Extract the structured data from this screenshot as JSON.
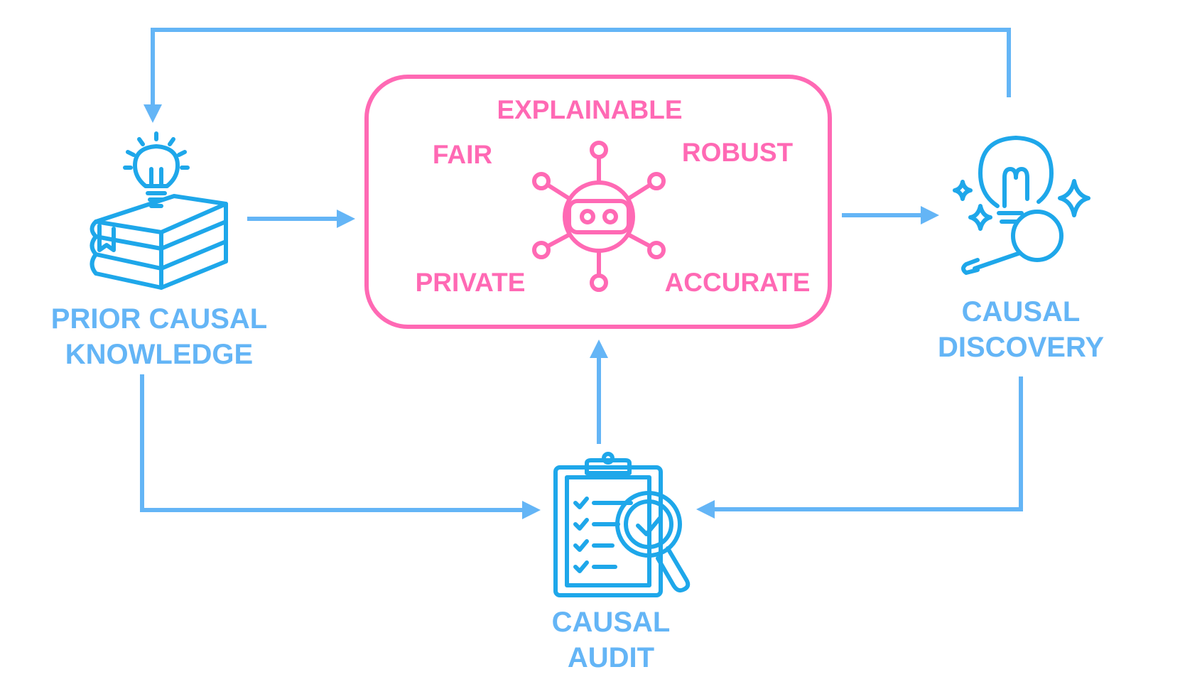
{
  "colors": {
    "flow": "#64b5f6",
    "icon_blue": "#1ea7ea",
    "model": "#ff69b4",
    "background": "#ffffff"
  },
  "nodes": {
    "prior_knowledge": {
      "icon": "books-lightbulb-icon",
      "line1": "PRIOR CAUSAL",
      "line2": "KNOWLEDGE"
    },
    "discovery": {
      "icon": "lightbulb-magnifier-sparkles-icon",
      "line1": "CAUSAL",
      "line2": "DISCOVERY"
    },
    "audit": {
      "icon": "clipboard-checklist-magnifier-icon",
      "line1": "CAUSAL",
      "line2": "AUDIT"
    }
  },
  "model": {
    "icon": "robot-network-icon",
    "properties": {
      "explainable": "EXPLAINABLE",
      "fair": "FAIR",
      "robust": "ROBUST",
      "private": "PRIVATE",
      "accurate": "ACCURATE"
    }
  },
  "edges": [
    {
      "from": "prior_knowledge",
      "to": "model"
    },
    {
      "from": "model",
      "to": "discovery"
    },
    {
      "from": "discovery",
      "to": "prior_knowledge"
    },
    {
      "from": "prior_knowledge",
      "to": "audit"
    },
    {
      "from": "discovery",
      "to": "audit"
    },
    {
      "from": "audit",
      "to": "model"
    }
  ]
}
